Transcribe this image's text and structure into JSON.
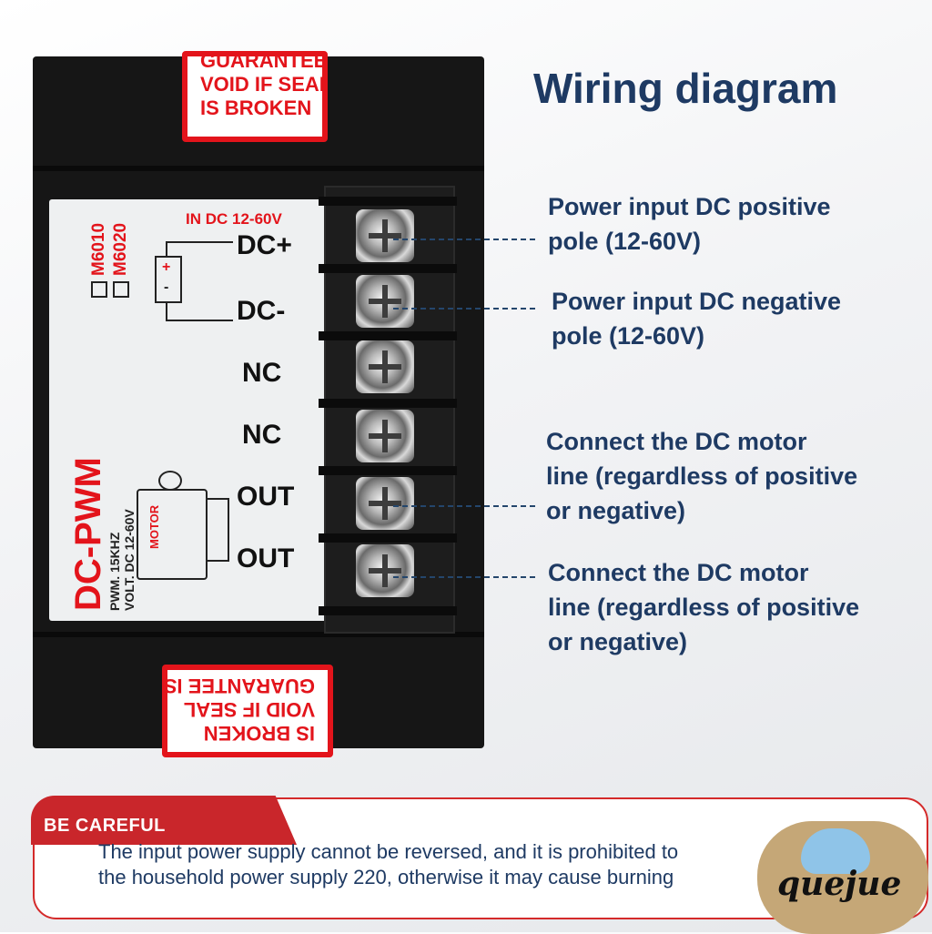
{
  "title": "Wiring diagram",
  "seal": {
    "top_lines": [
      "GUARANTEE IS",
      "VOID IF SEAL",
      "IS BROKEN"
    ],
    "bottom_lines": [
      "GUARANTEE IS",
      "VOID IF SEAL",
      "IS BROKEN"
    ]
  },
  "panel": {
    "input_label": "IN DC 12-60V",
    "models": [
      "M6010",
      "M6020"
    ],
    "product": "DC-PWM",
    "spec1": "PWM. 15KHZ",
    "spec2": "VOLT. DC 12-60V",
    "motor": "MOTOR",
    "terminals": [
      "DC+",
      "DC-",
      "NC",
      "NC",
      "OUT",
      "OUT"
    ]
  },
  "notes": [
    [
      "Power input DC positive",
      "pole (12-60V)"
    ],
    [
      "Power input DC negative",
      "pole (12-60V)"
    ],
    [
      "Connect the DC motor",
      "line (regardless of positive",
      "or negative)"
    ],
    [
      "Connect the DC motor",
      "line (regardless of positive",
      "or negative)"
    ]
  ],
  "warning": {
    "tag": "BE CAREFUL",
    "line1": "The input power supply cannot be reversed, and it is prohibited to",
    "line2": "the household power supply 220, otherwise it may cause burning"
  },
  "logo": "quejue",
  "colors": {
    "accent_red": "#e3141b",
    "navy": "#1e3a63"
  }
}
